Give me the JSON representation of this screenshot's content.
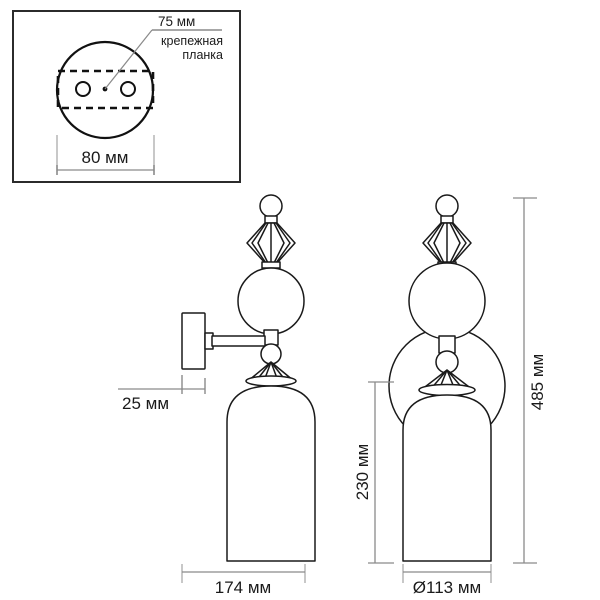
{
  "drawing": {
    "title": "Wall sconce technical dimension drawing",
    "background_color": "#ffffff",
    "line_color": "#1a1a1a",
    "dim_line_color": "#8a8a8a"
  },
  "inset": {
    "name": "mounting-plate-detail",
    "callout_dimension": "75 мм",
    "callout_label_line1": "крепежная",
    "callout_label_line2": "планка",
    "width_dimension": "80 мм"
  },
  "dimensions": {
    "projection": "25 мм",
    "width_side": "174 мм",
    "diameter_front": "Ø113 мм",
    "shade_height": "230 мм",
    "total_height": "485 мм"
  }
}
